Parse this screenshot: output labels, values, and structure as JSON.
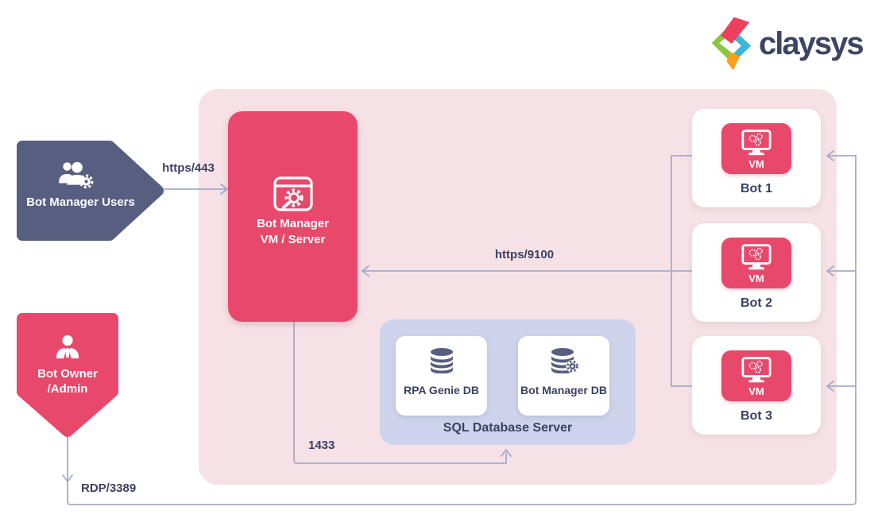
{
  "logo": {
    "brand": "claysys"
  },
  "colors": {
    "accent_red": "#e8486b",
    "slate_blue": "#575e80",
    "stage_pink": "#f6e1e6",
    "sql_lavender": "#cdd3ea",
    "wire": "#a6abca",
    "text_navy": "#3b4162",
    "logo_pink": "#ed3f5e",
    "logo_green": "#8dc63f",
    "logo_teal": "#3bb6d8",
    "logo_orange": "#f9a11b"
  },
  "nodes": {
    "users": {
      "label": "Bot Manager Users"
    },
    "owner": {
      "line1": "Bot Owner",
      "line2": "/Admin"
    },
    "server": {
      "line1": "Bot Manager",
      "line2": "VM / Server"
    },
    "sql": {
      "label": "SQL Database Server",
      "dbs": [
        {
          "label": "RPA Genie DB"
        },
        {
          "label": "Bot Manager DB"
        }
      ]
    },
    "bots": [
      {
        "vm": "VM",
        "label": "Bot 1"
      },
      {
        "vm": "VM",
        "label": "Bot 2"
      },
      {
        "vm": "VM",
        "label": "Bot 3"
      }
    ]
  },
  "edges": {
    "https443": "https/443",
    "https9100": "https/9100",
    "sql_port": "1433",
    "rdp": "RDP/3389"
  }
}
